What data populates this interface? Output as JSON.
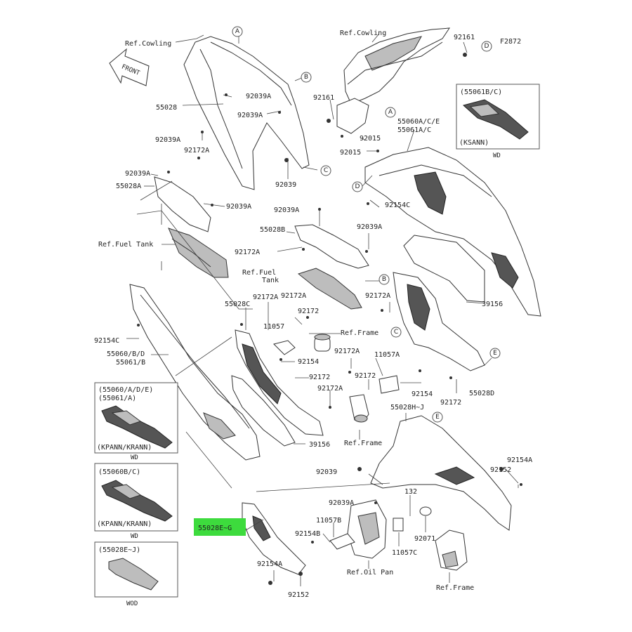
{
  "diagram_code": "F2872",
  "front_label": "FRONT",
  "callouts": {
    "A": "A",
    "B": "B",
    "C": "C",
    "D": "D",
    "E": "E"
  },
  "labels": {
    "ref_cowling_left": "Ref.Cowling",
    "ref_cowling_top": "Ref.Cowling",
    "p92161_top": "92161",
    "p92039A_1": "92039A",
    "p55028": "55028",
    "p92039A_2": "92039A",
    "p92039A_3": "92039A",
    "p92161_mid": "92161",
    "p92015_1": "92015",
    "p92015_2": "92015",
    "p55060ACE": "55060A/C/E",
    "p55061AC": "55061A/C",
    "p92172A_1": "92172A",
    "p92039A_4": "92039A",
    "p55028A": "55028A",
    "p92039_1": "92039",
    "p92039A_5": "92039A",
    "p92154C_1": "92154C",
    "p92039A_6": "92039A",
    "p55028B": "55028B",
    "p92039A_7": "92039A",
    "ref_fuel_tank_left": "Ref.Fuel Tank",
    "p92172A_2": "92172A",
    "ref_fuel_tank_mid_1": "Ref.Fuel",
    "ref_fuel_tank_mid_2": "Tank",
    "p92172A_3": "92172A",
    "p55028C": "55028C",
    "p92172A_4": "92172A",
    "p92172A_5": "92172A",
    "p92172_1": "92172",
    "p11057_1": "11057",
    "ref_frame_1": "Ref.Frame",
    "p39156_1": "39156",
    "p92154C_2": "92154C",
    "p55060BD": "55060/B/D",
    "p55061B": "55061/B",
    "p92154_1": "92154",
    "p92172A_6": "92172A",
    "p11057A": "11057A",
    "p92172_2": "92172",
    "p92172_3": "92172",
    "p92154_2": "92154",
    "p55028D": "55028D",
    "p92172A_7": "92172A",
    "p92172_4": "92172",
    "p55028HJ": "55028H~J",
    "ref_frame_2": "Ref.Frame",
    "p39156_2": "39156",
    "p92039_2": "92039",
    "p92154A_1": "92154A",
    "p92152_1": "92152",
    "p92039A_8": "92039A",
    "p132": "132",
    "p11057B": "11057B",
    "p55028EG": "55028E~G",
    "p92154B": "92154B",
    "p92071": "92071",
    "p11057C": "11057C",
    "ref_oil_pan": "Ref.Oil Pan",
    "p92154A_2": "92154A",
    "p92152_2": "92152",
    "ref_frame_3": "Ref.Frame"
  },
  "insets": {
    "ksann": {
      "title": "(55061B/C)",
      "caption": "(KSANN)",
      "footer": "WD"
    },
    "kpann_1": {
      "title_1": "(55060/A/D/E)",
      "title_2": "(55061/A)",
      "caption": "(KPANN/KRANN)",
      "footer": "WD"
    },
    "kpann_2": {
      "title": "(55060B/C)",
      "caption": "(KPANN/KRANN)",
      "footer": "WD"
    },
    "wod": {
      "title": "(55028E~J)",
      "footer": "WOD"
    }
  },
  "colors": {
    "highlight": "#3ddb3d",
    "line": "#333333"
  }
}
